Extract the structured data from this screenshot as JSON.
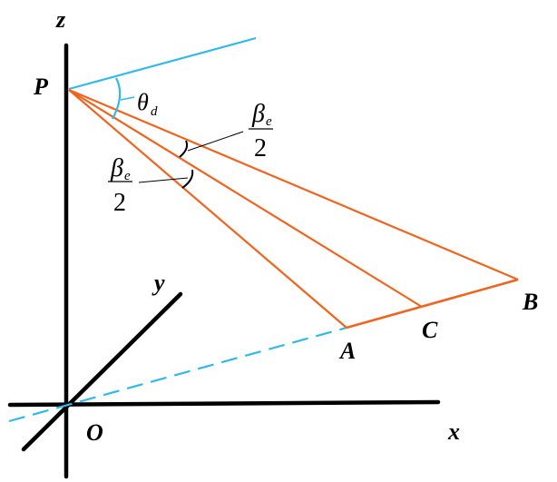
{
  "figure": {
    "axes": {
      "x_label": "x",
      "y_label": "y",
      "z_label": "z",
      "origin_label": "O"
    },
    "points": {
      "P": "P",
      "A": "A",
      "B": "B",
      "C": "C"
    },
    "angles": {
      "theta_main": "θ",
      "theta_sub": "d",
      "beta_main": "β",
      "beta_sub": "e",
      "beta_denominator": "2"
    },
    "colors": {
      "axes": "#000000",
      "cyan": "#33b8ea",
      "orange": "#f0641e"
    }
  }
}
